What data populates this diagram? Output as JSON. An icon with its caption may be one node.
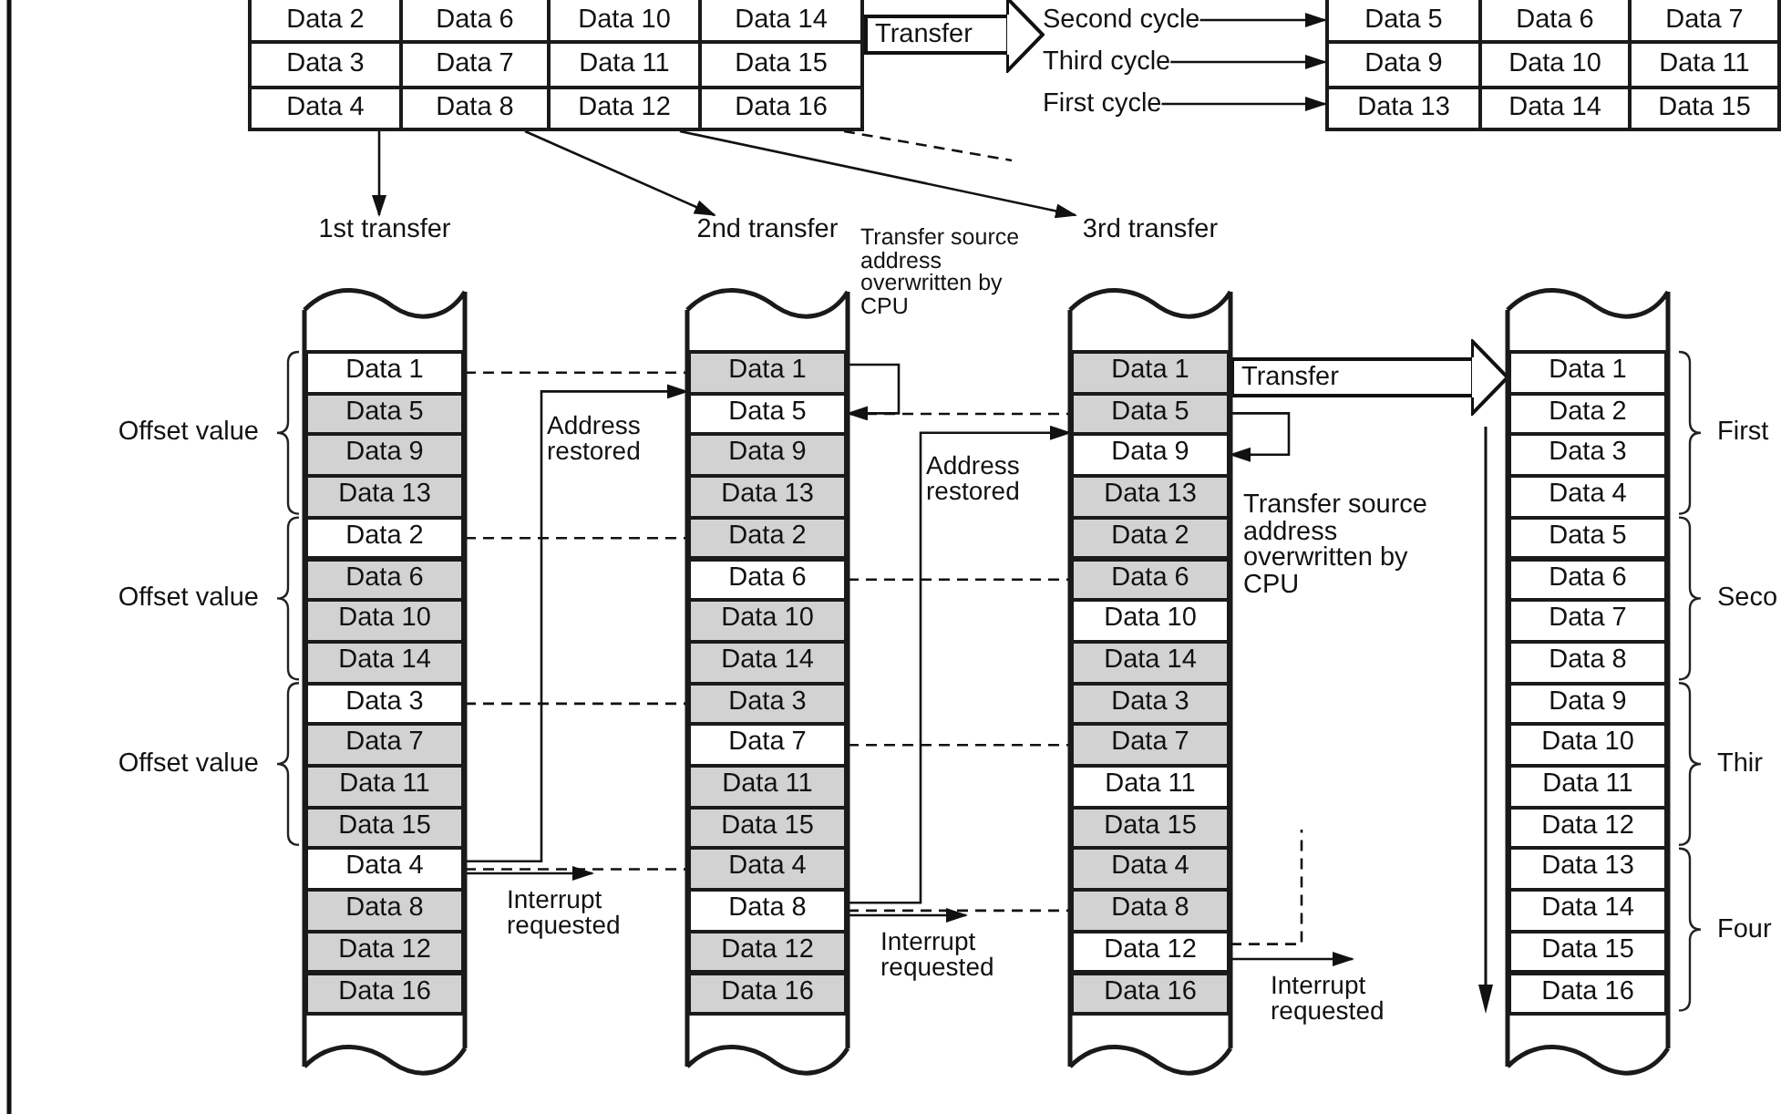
{
  "diagram": {
    "nodes": [
      {
        "text": [
          "Data 2"
        ]
      },
      {
        "text": [
          "Data 6"
        ]
      },
      {
        "text": [
          "Data 10"
        ]
      },
      {
        "text": [
          "Data 14"
        ]
      },
      {
        "text": [
          "Data 3"
        ]
      },
      {
        "text": [
          "Data 7"
        ]
      },
      {
        "text": [
          "Data 11"
        ]
      },
      {
        "text": [
          "Data 15"
        ]
      },
      {
        "text": [
          "Data 4"
        ]
      },
      {
        "text": [
          "Data 8"
        ]
      },
      {
        "text": [
          "Data 12"
        ]
      },
      {
        "text": [
          "Data 16"
        ]
      },
      {
        "text": [
          "Second cycle"
        ]
      },
      {
        "text": [
          "Third cycle"
        ]
      },
      {
        "text": [
          "First cycle"
        ]
      },
      {
        "text": [
          "Data 5"
        ]
      },
      {
        "text": [
          "Data 6"
        ]
      },
      {
        "text": [
          "Data 7"
        ]
      },
      {
        "text": [
          "Data 9"
        ]
      },
      {
        "text": [
          "Data 10"
        ]
      },
      {
        "text": [
          "Data 11"
        ]
      },
      {
        "text": [
          "Data 13"
        ]
      },
      {
        "text": [
          "Data 14"
        ]
      },
      {
        "text": [
          "Data 15"
        ]
      },
      {
        "text": [
          "1st transfer"
        ]
      },
      {
        "text": [
          "Data 1"
        ],
        "in": 24
      },
      {
        "text": [
          "Data 5"
        ],
        "in": 24
      },
      {
        "text": [
          "Data 9"
        ],
        "in": 24
      },
      {
        "text": [
          "Data 13"
        ],
        "in": 24
      },
      {
        "text": [
          "Data 2"
        ],
        "in": 24
      },
      {
        "text": [
          "Data 6"
        ],
        "in": 24
      },
      {
        "text": [
          "Data 10"
        ],
        "in": 24
      },
      {
        "text": [
          "Data 14"
        ],
        "in": 24
      },
      {
        "text": [
          "Data 3"
        ],
        "in": 24
      },
      {
        "text": [
          "Data 7"
        ],
        "in": 24
      },
      {
        "text": [
          "Data 11"
        ],
        "in": 24
      },
      {
        "text": [
          "Data 15"
        ],
        "in": 24
      },
      {
        "text": [
          "Data 4"
        ],
        "in": 24
      },
      {
        "text": [
          "Data 8"
        ],
        "in": 24
      },
      {
        "text": [
          "Data 12"
        ],
        "in": 24
      },
      {
        "text": [
          "Data 16"
        ],
        "in": 24
      },
      {
        "text": [
          "2nd transfer"
        ]
      },
      {
        "text": [
          "Data 1"
        ],
        "in": 41
      },
      {
        "text": [
          "Data 5"
        ],
        "in": 41
      },
      {
        "text": [
          "Data 9"
        ],
        "in": 41
      },
      {
        "text": [
          "Data 13"
        ],
        "in": 41
      },
      {
        "text": [
          "Data 2"
        ],
        "in": 41
      },
      {
        "text": [
          "Data 6"
        ],
        "in": 41
      },
      {
        "text": [
          "Data 10"
        ],
        "in": 41
      },
      {
        "text": [
          "Data 14"
        ],
        "in": 41
      },
      {
        "text": [
          "Data 3"
        ],
        "in": 41
      },
      {
        "text": [
          "Data 7"
        ],
        "in": 41
      },
      {
        "text": [
          "Data 11"
        ],
        "in": 41
      },
      {
        "text": [
          "Data 15"
        ],
        "in": 41
      },
      {
        "text": [
          "Data 4"
        ],
        "in": 41
      },
      {
        "text": [
          "Data 8"
        ],
        "in": 41
      },
      {
        "text": [
          "Data 12"
        ],
        "in": 41
      },
      {
        "text": [
          "Data 16"
        ],
        "in": 41
      },
      {
        "text": [
          "3rd transfer"
        ]
      },
      {
        "text": [
          "Data 1"
        ],
        "in": 58
      },
      {
        "text": [
          "Data 5"
        ],
        "in": 58
      },
      {
        "text": [
          "Data 9"
        ],
        "in": 58
      },
      {
        "text": [
          "Data 13"
        ],
        "in": 58
      },
      {
        "text": [
          "Data 2"
        ],
        "in": 58
      },
      {
        "text": [
          "Data 6"
        ],
        "in": 58
      },
      {
        "text": [
          "Data 10"
        ],
        "in": 58
      },
      {
        "text": [
          "Data 14"
        ],
        "in": 58
      },
      {
        "text": [
          "Data 3"
        ],
        "in": 58
      },
      {
        "text": [
          "Data 7"
        ],
        "in": 58
      },
      {
        "text": [
          "Data 11"
        ],
        "in": 58
      },
      {
        "text": [
          "Data 15"
        ],
        "in": 58
      },
      {
        "text": [
          "Data 4"
        ],
        "in": 58
      },
      {
        "text": [
          "Data 8"
        ],
        "in": 58
      },
      {
        "text": [
          "Data 12"
        ],
        "in": 58
      },
      {
        "text": [
          "Data 16"
        ],
        "in": 58
      },
      {
        "text": [],
        "shape": "box"
      },
      {
        "text": [
          "Data 1"
        ],
        "in": 75
      },
      {
        "text": [
          "Data 2"
        ],
        "in": 75
      },
      {
        "text": [
          "Data 3"
        ],
        "in": 75
      },
      {
        "text": [
          "Data 4"
        ],
        "in": 75
      },
      {
        "text": [
          "Data 5"
        ],
        "in": 75
      },
      {
        "text": [
          "Data 6"
        ],
        "in": 75
      },
      {
        "text": [
          "Data 7"
        ],
        "in": 75
      },
      {
        "text": [
          "Data 8"
        ],
        "in": 75
      },
      {
        "text": [
          "Data 9"
        ],
        "in": 75
      },
      {
        "text": [
          "Data 10"
        ],
        "in": 75
      },
      {
        "text": [
          "Data 11"
        ],
        "in": 75
      },
      {
        "text": [
          "Data 12"
        ],
        "in": 75
      },
      {
        "text": [
          "Data 13"
        ],
        "in": 75
      },
      {
        "text": [
          "Data 14"
        ],
        "in": 75
      },
      {
        "text": [
          "Data 15"
        ],
        "in": 75
      },
      {
        "text": [
          "Data 16"
        ],
        "in": 75
      },
      {
        "text": [
          "Interrupt requested"
        ]
      },
      {
        "text": [
          "Interrupt requested"
        ]
      },
      {
        "text": [
          "Interrupt requested"
        ]
      }
    ],
    "edges": [
      {
        "from": 8,
        "to": 24,
        "arrow": "to"
      },
      {
        "from": 9,
        "to": 41,
        "arrow": "to"
      },
      {
        "from": 10,
        "to": 58,
        "arrow": "to"
      },
      {
        "from": 11,
        "to": null,
        "arrow": "none",
        "style": "dashed"
      },
      {
        "from": 12,
        "to": 15,
        "arrow": "to"
      },
      {
        "from": 13,
        "to": 18,
        "arrow": "to"
      },
      {
        "from": 14,
        "to": 21,
        "arrow": "to"
      },
      {
        "from": 37,
        "to": 43,
        "arrow": "to",
        "label": "Address restored"
      },
      {
        "from": 37,
        "to": 92,
        "arrow": "to"
      },
      {
        "from": 42,
        "to": 43,
        "arrow": "to",
        "label": "Transfer source address overwritten by CPU"
      },
      {
        "from": 55,
        "to": 61,
        "arrow": "to",
        "label": "Address restored"
      },
      {
        "from": 55,
        "to": 93,
        "arrow": "to"
      },
      {
        "from": 60,
        "to": 61,
        "arrow": "to",
        "label": "Transfer source address overwritten by CPU"
      },
      {
        "from": 73,
        "to": null,
        "arrow": "none",
        "style": "dashed"
      },
      {
        "from": 73,
        "to": 94,
        "arrow": "to"
      },
      {
        "from": 25,
        "to": 42,
        "arrow": "none",
        "style": "dashed"
      },
      {
        "from": 29,
        "to": 46,
        "arrow": "none",
        "style": "dashed"
      },
      {
        "from": 33,
        "to": 50,
        "arrow": "none",
        "style": "dashed"
      },
      {
        "from": 37,
        "to": 54,
        "arrow": "none",
        "style": "dashed"
      },
      {
        "from": 43,
        "to": 60,
        "arrow": "none",
        "style": "dashed"
      },
      {
        "from": 47,
        "to": 64,
        "arrow": "none",
        "style": "dashed"
      },
      {
        "from": 51,
        "to": 68,
        "arrow": "none",
        "style": "dashed"
      },
      {
        "from": 55,
        "to": 72,
        "arrow": "none",
        "style": "dashed"
      },
      {
        "from": 3,
        "to": 12,
        "arrow": "to",
        "label": "Transfer",
        "style": "thick"
      },
      {
        "from": 58,
        "to": 75,
        "arrow": "to",
        "label": "Transfer",
        "style": "thick"
      }
    ],
    "labels": [
      "Offset value",
      "Offset value",
      "Offset value",
      "First",
      "Seco",
      "Thir",
      "Four"
    ]
  }
}
